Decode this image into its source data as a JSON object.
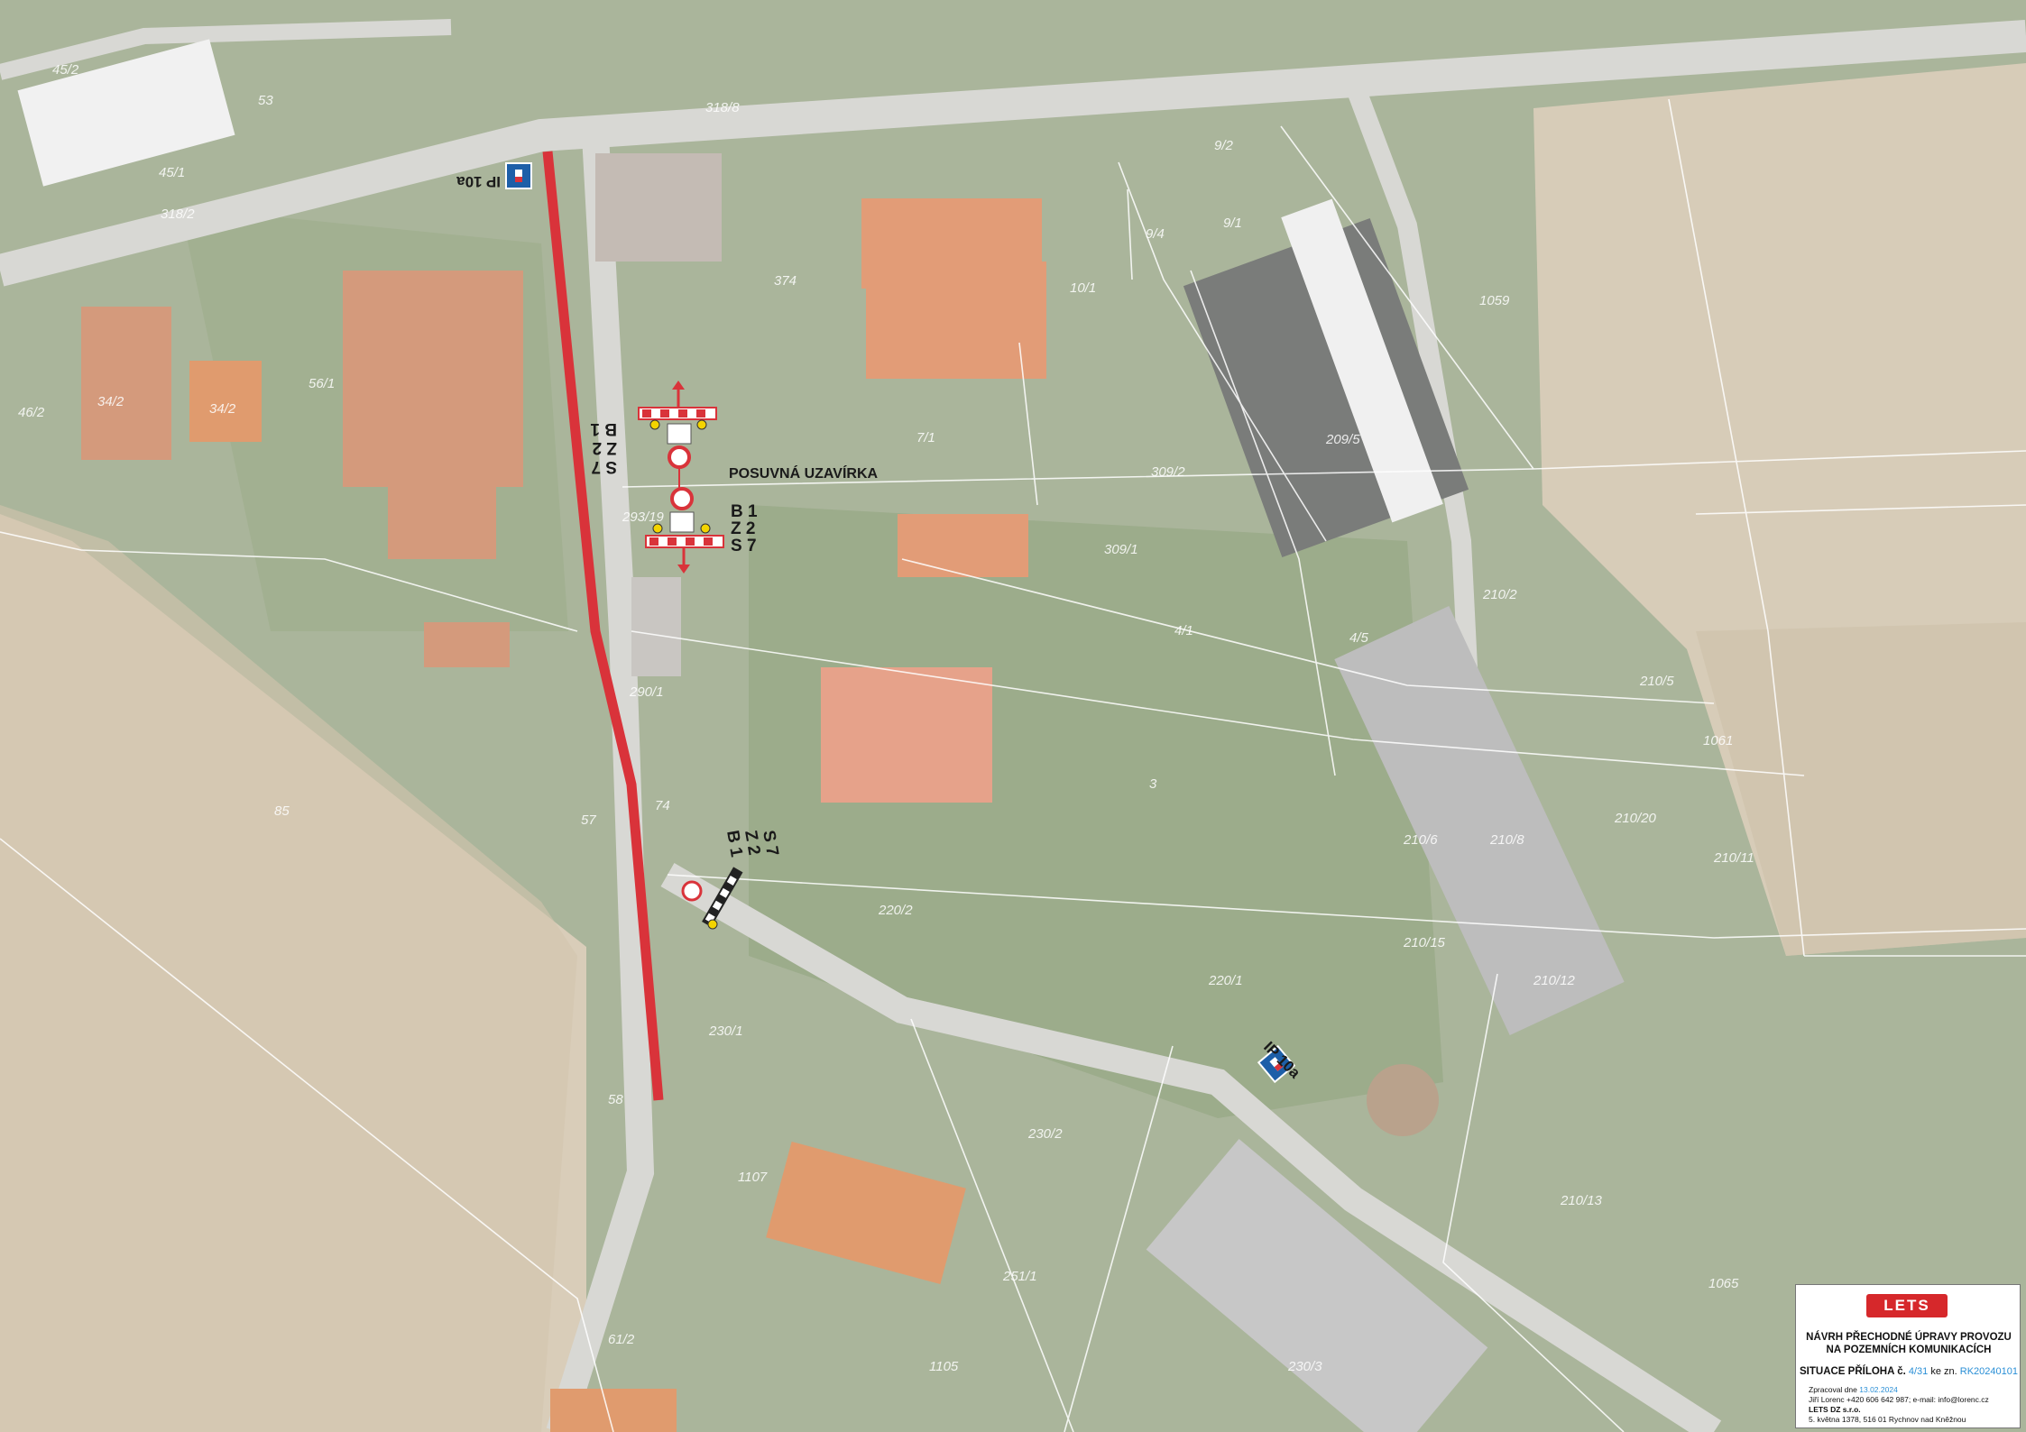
{
  "map": {
    "parcel_labels": [
      "45/2",
      "53",
      "45/1",
      "46/2",
      "318/8",
      "318/2",
      "56/1",
      "34/2",
      "34/2",
      "9/2",
      "9/4",
      "9/1",
      "10/1",
      "1059",
      "209/5",
      "7/1",
      "309/2",
      "374",
      "293/19",
      "309/1",
      "4/1",
      "4/5",
      "210/2",
      "210/5",
      "1061",
      "210/20",
      "3",
      "210/6",
      "210/8",
      "210/11",
      "210/15",
      "210/12",
      "220/2",
      "220/1",
      "74",
      "57",
      "230/1",
      "230/2",
      "210/13",
      "251/1",
      "1107",
      "58",
      "1065",
      "61/2",
      "1105",
      "230/3",
      "85",
      "290/1"
    ],
    "colors": {
      "closure_line": "#d9333a",
      "sign_blue": "#1d5fa8"
    }
  },
  "signs": {
    "cluster_top": "B 1\nZ 2\nS 7",
    "cluster_top_lines": [
      "B 1",
      "Z 2",
      "S 7"
    ],
    "cluster_mid_lines": [
      "B 1",
      "Z 2",
      "S 7"
    ],
    "cluster_bottom_lines": [
      "B 1",
      "Z 2",
      "S 7"
    ],
    "posuvna_label": "POSUVNÁ UZAVÍRKA",
    "ip_label": "IP 10a"
  },
  "title_block": {
    "logo": "LETS",
    "line1": "NÁVRH PŘECHODNÉ ÚPRAVY PROVOZU",
    "line2": "NA POZEMNÍCH KOMUNIKACÍCH",
    "situace": "SITUACE PŘÍLOHA č.",
    "priloha_no": "4/31",
    "ke_zn": "ke zn.",
    "ref": "RK20240101",
    "zpracoval": "Zpracoval dne",
    "date": "13.02.2024",
    "contact": "Jiří Lorenc +420 606 642 987; e-mail: info@lorenc.cz",
    "company": "LETS DZ s.r.o.",
    "address": "5. května 1378, 516 01 Rychnov nad Kněžnou"
  }
}
